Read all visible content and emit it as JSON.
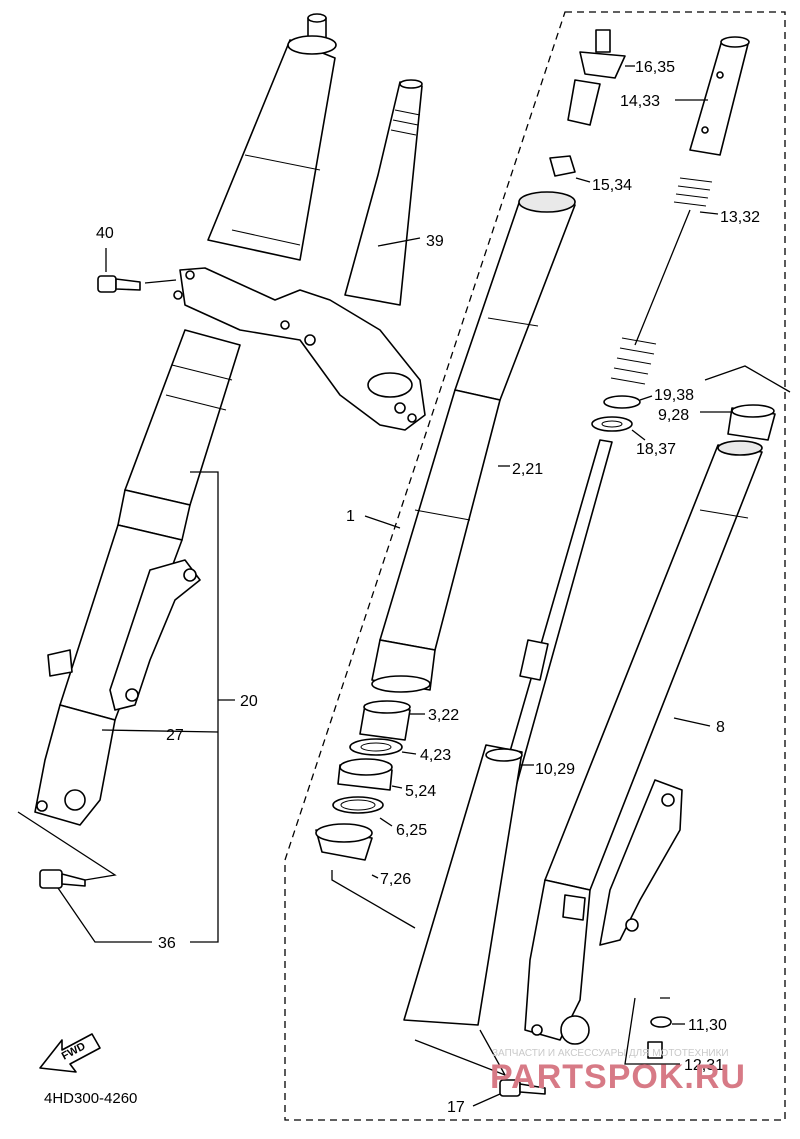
{
  "diagram_code": "4HD300-4260",
  "fwd_label": "FWD",
  "watermark": {
    "line1": "ЗАПЧАСТИ И АКСЕССУАРЫ ДЛЯ МОТОТЕХНИКИ",
    "line2": "PARTSPOK.RU"
  },
  "callouts": {
    "p16_35": "16,35",
    "p14_33": "14,33",
    "p15_34": "15,34",
    "p13_32": "13,32",
    "p40": "40",
    "p39": "39",
    "p19_38": "19,38",
    "p9_28": "9,28",
    "p18_37": "18,37",
    "p2_21": "2,21",
    "p1": "1",
    "p20": "20",
    "p3_22": "3,22",
    "p27": "27",
    "p4_23": "4,23",
    "p8": "8",
    "p10_29": "10,29",
    "p5_24": "5,24",
    "p6_25": "6,25",
    "p7_26": "7,26",
    "p36": "36",
    "p11_30": "11,30",
    "p12_31": "12,31",
    "p17": "17"
  }
}
